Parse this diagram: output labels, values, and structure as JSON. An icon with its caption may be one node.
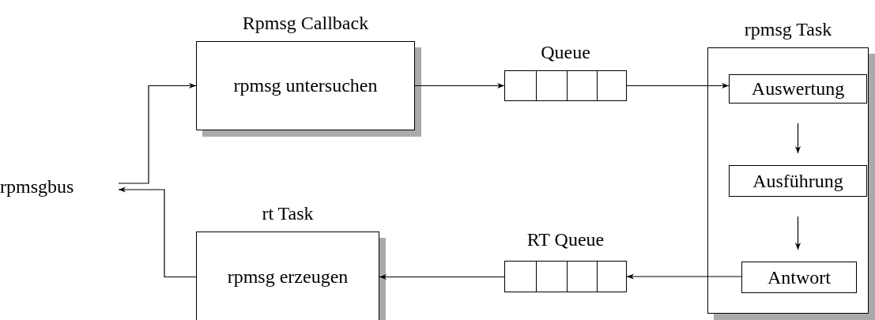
{
  "diagram": {
    "nodes": [
      {
        "text": [
          "Rpmsg Callback",
          "rpmsg untersuchen"
        ]
      },
      {
        "text": [
          "Queue"
        ]
      },
      {
        "text": [
          "rpmsg Task"
        ]
      },
      {
        "text": [
          "Auswertung"
        ],
        "in": 2
      },
      {
        "text": [
          "Ausführung"
        ],
        "in": 2
      },
      {
        "text": [
          "Antwort"
        ],
        "in": 2
      },
      {
        "text": [
          "RT Queue"
        ]
      },
      {
        "text": [
          "rt Task",
          "rpmsg erzeugen"
        ]
      },
      {
        "text": [
          "rpmsgbus"
        ]
      }
    ],
    "edges": [
      {
        "from": 8,
        "to": 0,
        "arrow": "to"
      },
      {
        "from": 0,
        "to": 1,
        "arrow": "to"
      },
      {
        "from": 1,
        "to": 3,
        "arrow": "to"
      },
      {
        "from": 3,
        "to": 4,
        "arrow": "to"
      },
      {
        "from": 4,
        "to": 5,
        "arrow": "to"
      },
      {
        "from": 5,
        "to": 6,
        "arrow": "to"
      },
      {
        "from": 6,
        "to": 7,
        "arrow": "to"
      },
      {
        "from": 7,
        "to": 8,
        "arrow": "to"
      }
    ]
  }
}
